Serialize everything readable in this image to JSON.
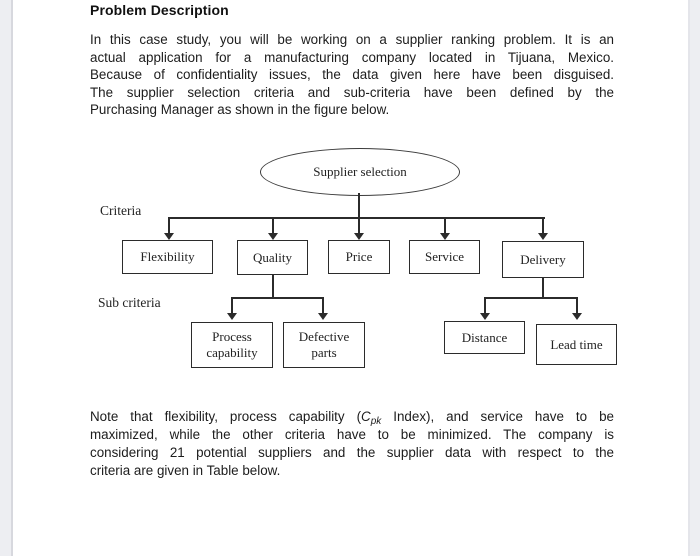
{
  "document": {
    "heading": "Problem Description",
    "paragraph1_lines": [
      "In this case study, you will be working on a supplier ranking problem. It is an",
      "actual application for a manufacturing company located in Tijuana, Mexico.",
      "Because of confidentiality issues, the data given here have been disguised.",
      "The supplier selection criteria and sub-criteria have been defined by the",
      "Purchasing Manager as shown in the figure below."
    ],
    "paragraph2": {
      "line1_before_cpk": "Note that flexibility, process capability (",
      "cpk_base": "C",
      "cpk_subscript": "pk",
      "line1_after_cpk": " Index), and service have to be",
      "line2": "maximized, while the other criteria have to be minimized. The company is",
      "line3": "considering 21 potential suppliers and the supplier data with respect to the",
      "line4": "criteria are given in Table below."
    }
  },
  "figure": {
    "root_node": "Supplier selection",
    "criteria_label": "Criteria",
    "subcriteria_label": "Sub criteria",
    "criteria_nodes": [
      "Flexibility",
      "Quality",
      "Price",
      "Service",
      "Delivery"
    ],
    "subcriteria_nodes": [
      "Process capability",
      "Defective parts",
      "Distance",
      "Lead time"
    ],
    "colors": {
      "line": "#2b2b2b",
      "page": "#ffffff",
      "gutter": "#edeef2",
      "text": "#1c1c1c"
    }
  }
}
